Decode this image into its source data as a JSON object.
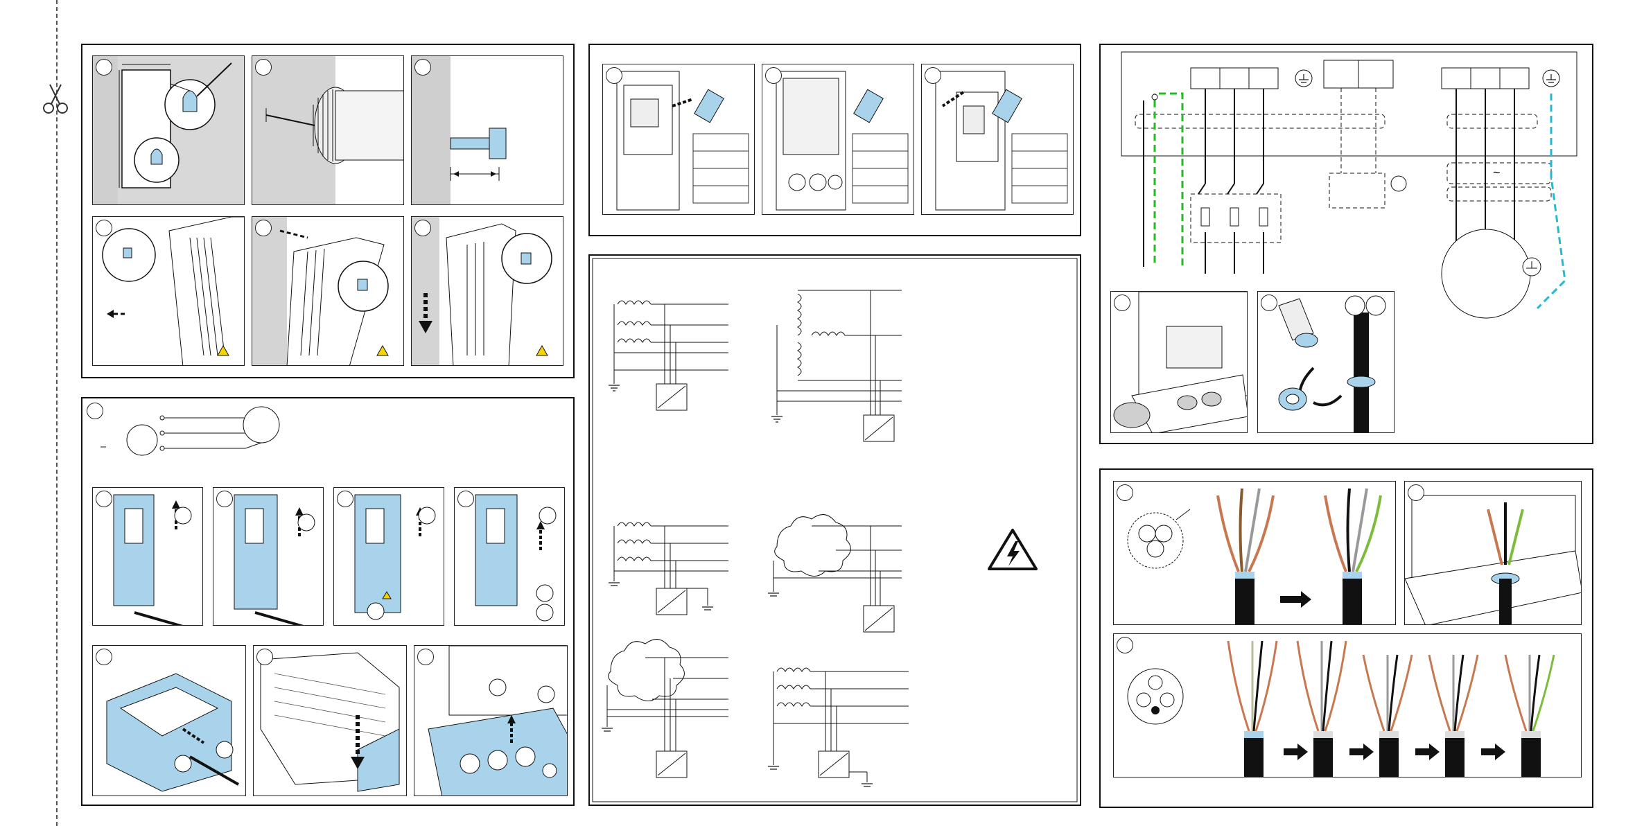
{
  "colors": {
    "line": "#111111",
    "gray_fill": "#cfcfcf",
    "light_blue": "#a9d3ea",
    "green_dash": "#22bb22",
    "cyan_dash": "#22bbcc",
    "copper": "#c87850",
    "warning_yellow": "#f5d400"
  },
  "icons": {
    "scissors": "scissors-icon",
    "warning": "high-voltage-warning-icon",
    "ground": "ground-icon",
    "motor": "motor-circle"
  },
  "panels": [
    "wall-mounting-steps",
    "cover-removal-steps",
    "front-disassembly-steps",
    "grounding-network-diagrams",
    "power-cable-schematic",
    "cable-preparation-steps"
  ]
}
